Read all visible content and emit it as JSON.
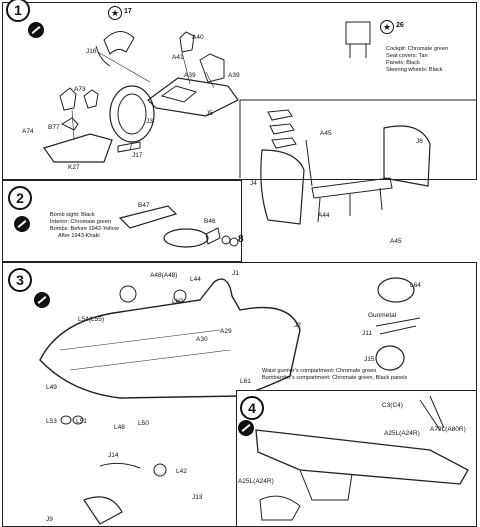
{
  "steps": {
    "s1": "1",
    "s2": "2",
    "s3": "3",
    "s4": "4"
  },
  "step1": {
    "labels": [
      "J16",
      "A40",
      "A41",
      "A39",
      "A39",
      "A73",
      "B77",
      "A74",
      "J3",
      "J5",
      "J17",
      "K27",
      "A45",
      "J6",
      "J4",
      "A44",
      "A45"
    ],
    "decal_main": "17",
    "decal_side": "26",
    "paint_notes": [
      "Cockpit: Chromate green",
      "Seat covers: Tan",
      "Panels: Black",
      "Steering wheels: Black"
    ]
  },
  "step2": {
    "labels": [
      "B47",
      "B46"
    ],
    "qty": "8",
    "paint_notes": [
      "Bomb sight: Black",
      "Interior: Chromate green",
      "Bombs: Before 1942-Yellow",
      "After 1943-Khaki"
    ]
  },
  "step3": {
    "labels": [
      "A48(A48)",
      "L44",
      "J1",
      "L60",
      "L64",
      "L54(L55)",
      "A29",
      "J2",
      "A30",
      "J11",
      "J15",
      "L49",
      "L61",
      "L53",
      "L51",
      "L48",
      "L50",
      "J14",
      "L42",
      "J13",
      "J9"
    ],
    "gunmetal": "Gunmetal",
    "paint_notes": [
      "Waist gunner's compartment: Chromate green",
      "Bombardier's compartment: Chromate green, Black panels"
    ]
  },
  "step4": {
    "labels": [
      "C3(C4)",
      "A25L(A24R)",
      "A79L(A80R)",
      "A25L(A24R)"
    ]
  }
}
